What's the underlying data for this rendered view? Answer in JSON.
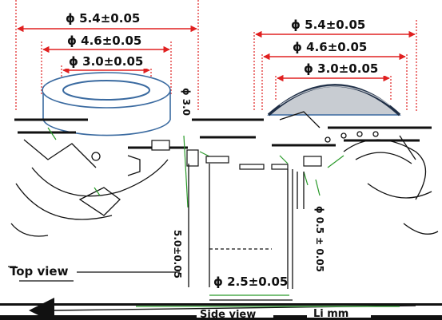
{
  "left_dims": {
    "outer": "ϕ 5.4±0.05",
    "middle": "ϕ 4.6±0.05",
    "inner": "ϕ 3.0±0.05"
  },
  "right_dims": {
    "outer": "ϕ 5.4±0.05",
    "middle": "ϕ 4.6±0.05",
    "inner": "ϕ 3.0±0.05"
  },
  "side_vertical_label": "ϕ 3.0",
  "lower_dims": {
    "height_left": "5.0±0.05",
    "height_right": "ϕ 0.5 ± 0.05",
    "width_bottom": "ϕ 2.5±0.05"
  },
  "captions": {
    "top_view": "Top view",
    "side_view": "Side view",
    "bottom_right": "Li mm"
  },
  "colors": {
    "dimension_line": "#e02020",
    "guide_line": "#e02020",
    "lens_outline": "#3a6aa0",
    "lens_fill": "#c8ccd2",
    "ink": "#111111"
  }
}
